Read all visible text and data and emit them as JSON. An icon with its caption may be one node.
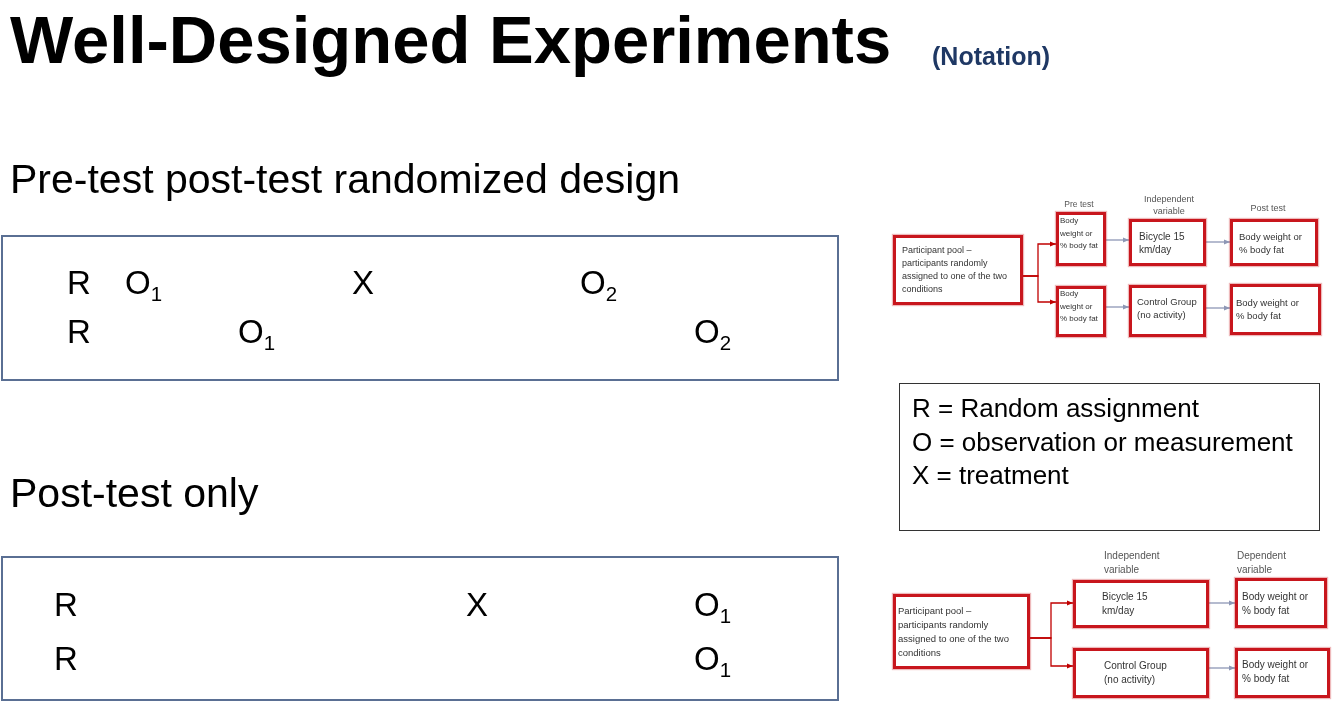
{
  "diagram": {
    "title": "Well-Designed Experiments",
    "nodes": [
      {
        "text": [
          "R",
          "O$_{1}$",
          "X",
          "O$_{2}$",
          "R",
          "O$_{1}$",
          "O$_{2}$"
        ],
        "beside": [
          "Pre-test post-test randomized design"
        ]
      },
      {
        "text": [
          "Participant pool – participants randomly assigned to one of the two conditions"
        ]
      },
      {
        "text": [
          "Body weight or % body fat"
        ]
      },
      {
        "text": [
          "Bicycle 15 km/day"
        ]
      },
      {
        "text": [
          "Body weight or % body fat"
        ]
      },
      {
        "text": [
          "Body weight or % body fat"
        ]
      },
      {
        "text": [
          "Control Group (no activity)"
        ]
      },
      {
        "text": [
          "Body weight or % body fat"
        ]
      },
      {
        "text": [
          "R = Random assignment",
          "O = observation or measurement",
          "X = treatment"
        ]
      },
      {
        "text": [
          "R",
          "X",
          "O$_{1}$",
          "R",
          "O$_{1}$"
        ],
        "beside": [
          "Post-test only"
        ]
      },
      {
        "text": [
          "Participant pool – participants randomly assigned to one of the two conditions"
        ]
      },
      {
        "text": [
          "Bicycle 15 km/day"
        ]
      },
      {
        "text": [
          "Control Group (no activity)"
        ]
      },
      {
        "text": [
          "Body weight or % body fat"
        ]
      },
      {
        "text": [
          "Body weight or % body fat"
        ]
      }
    ],
    "edges": [
      {
        "from": 1,
        "to": 2,
        "arrow": "to",
        "color": "#c00000"
      },
      {
        "from": 1,
        "to": 5,
        "arrow": "to",
        "color": "#c00000"
      },
      {
        "from": 2,
        "to": 3,
        "arrow": "to"
      },
      {
        "from": 3,
        "to": 4,
        "arrow": "to"
      },
      {
        "from": 5,
        "to": 6,
        "arrow": "to"
      },
      {
        "from": 6,
        "to": 7,
        "arrow": "to"
      },
      {
        "from": 10,
        "to": 11,
        "arrow": "to",
        "color": "#c00000"
      },
      {
        "from": 10,
        "to": 12,
        "arrow": "to",
        "color": "#c00000"
      },
      {
        "from": 11,
        "to": 13,
        "arrow": "to"
      },
      {
        "from": 12,
        "to": 14,
        "arrow": "to"
      }
    ],
    "labels": [
      "(Notation)",
      "Pre test",
      "Independent variable",
      "Post test",
      "Independent variable",
      "Dependent variable"
    ]
  }
}
